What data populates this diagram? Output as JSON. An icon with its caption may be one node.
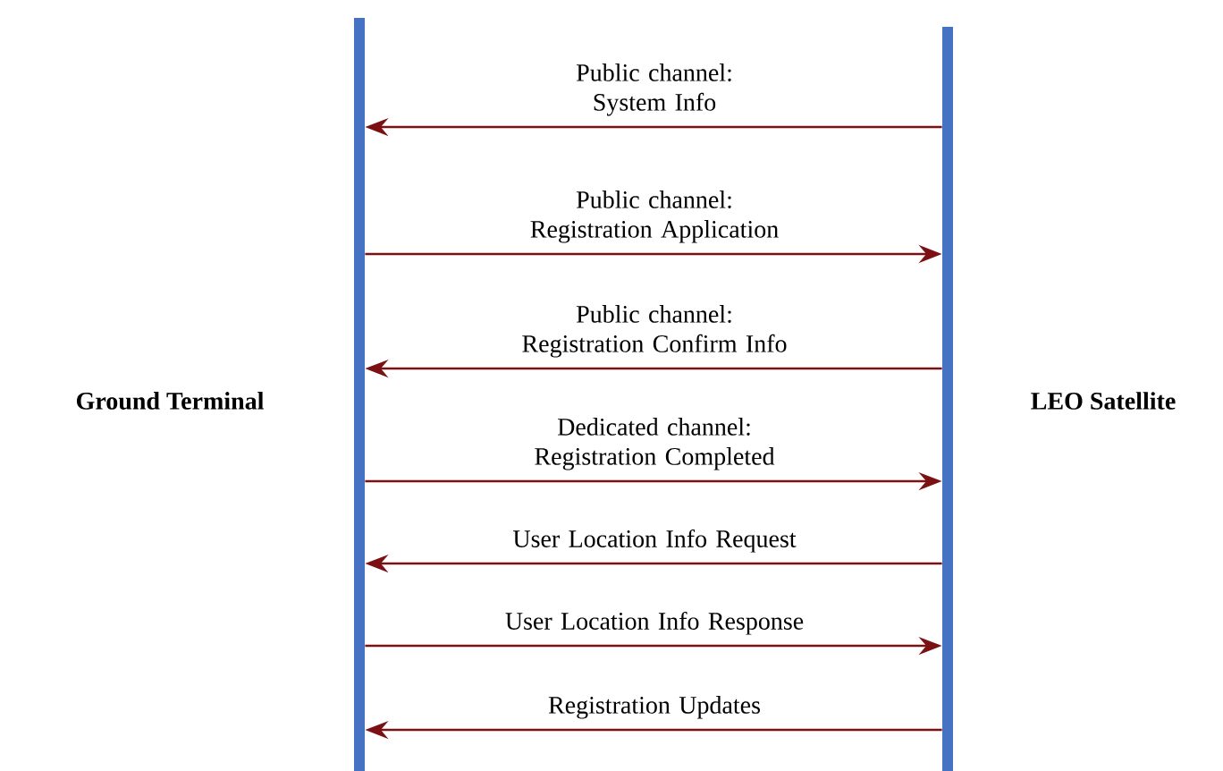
{
  "diagram": {
    "nodes": [
      {
        "text": [],
        "shape": "bar",
        "beside": [
          "Ground Terminal"
        ]
      },
      {
        "text": [],
        "shape": "bar",
        "beside": [
          "LEO Satellite"
        ]
      }
    ],
    "edges": [
      {
        "from": 1,
        "to": 0,
        "arrow": "to",
        "label": "Public channel: System Info"
      },
      {
        "from": 0,
        "to": 1,
        "arrow": "to",
        "label": "Public channel: Registration Application"
      },
      {
        "from": 1,
        "to": 0,
        "arrow": "to",
        "label": "Public channel: Registration Confirm Info"
      },
      {
        "from": 0,
        "to": 1,
        "arrow": "to",
        "label": "Dedicated channel: Registration Completed"
      },
      {
        "from": 1,
        "to": 0,
        "arrow": "to",
        "label": "User Location Info Request"
      },
      {
        "from": 0,
        "to": 1,
        "arrow": "to",
        "label": "User Location Info Response"
      },
      {
        "from": 1,
        "to": 0,
        "arrow": "to",
        "label": "Registration Updates"
      }
    ]
  }
}
